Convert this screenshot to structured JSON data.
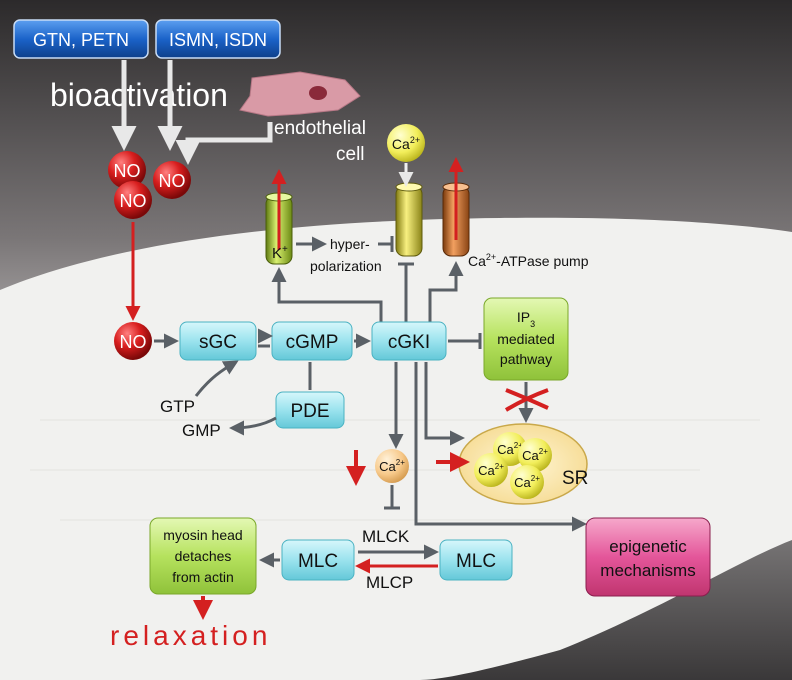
{
  "drugs": {
    "left": "GTN, PETN",
    "right": "ISMN, ISDN"
  },
  "bioactivation": "bioactivation",
  "endothelial": {
    "line1": "endothelial",
    "line2": "cell"
  },
  "no_label": "NO",
  "calcium": {
    "base": "Ca",
    "sup": "2+"
  },
  "potassium": {
    "base": "K",
    "sup": "+"
  },
  "hyperpolarization": {
    "line1": "hyper-",
    "line2": "polarization"
  },
  "atpase": {
    "sup": "2+",
    "rest": "-ATPase pump"
  },
  "nodes": {
    "sgc": "sGC",
    "cgmp": "cGMP",
    "cgki": "cGKI",
    "pde": "PDE",
    "mlc": "MLC"
  },
  "gtp": "GTP",
  "gmp": "GMP",
  "ip3": {
    "line1_base": "IP",
    "line1_sub": "3",
    "line2": "mediated",
    "line3": "pathway"
  },
  "sr": "SR",
  "mlck": "MLCK",
  "mlcp": "MLCP",
  "myosin": {
    "line1": "myosin head",
    "line2": "detaches",
    "line3": "from actin"
  },
  "epigenetic": {
    "line1": "epigenetic",
    "line2": "mechanisms"
  },
  "relaxation": "relaxation",
  "colors": {
    "dark_bg": "#4a4647",
    "cell_bg": "#f1f1ef",
    "red": "#d42020",
    "cyan": "#9be3ee",
    "green": "#b6e25e",
    "pink": "#e4569a",
    "drug_blue": "#1b63c9",
    "arrow_gray": "#5a6066"
  }
}
